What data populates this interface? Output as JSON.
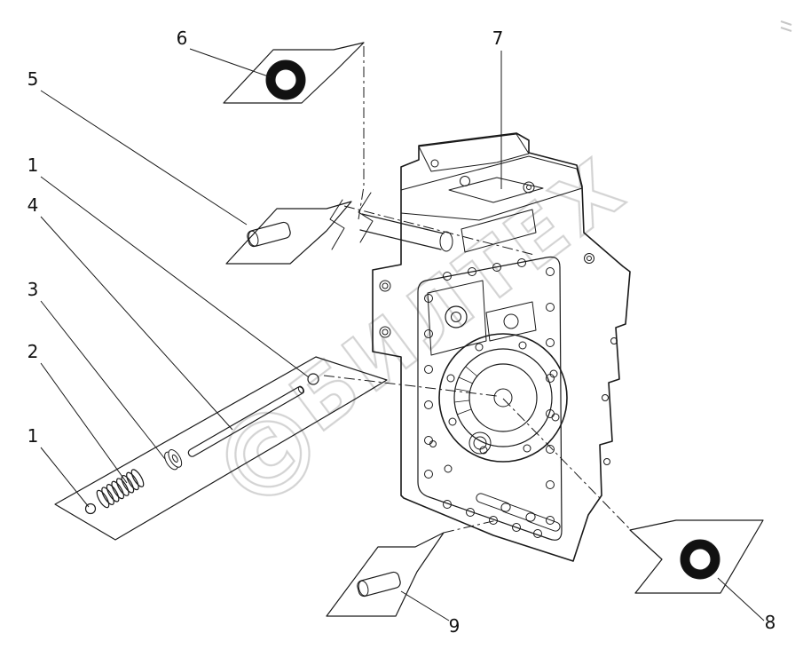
{
  "figure": {
    "type": "exploded-parts-diagram",
    "background": "#ffffff",
    "line_color": "#1a1a1a",
    "watermark": {
      "symbol": "©",
      "text": "БИЛТЕХ",
      "color": "#c9c9c9"
    },
    "callouts": [
      {
        "label": "6"
      },
      {
        "label": "7"
      },
      {
        "label": "5"
      },
      {
        "label": "1"
      },
      {
        "label": "4"
      },
      {
        "label": "3"
      },
      {
        "label": "2"
      },
      {
        "label": "1"
      },
      {
        "label": "9"
      },
      {
        "label": "8"
      }
    ]
  }
}
